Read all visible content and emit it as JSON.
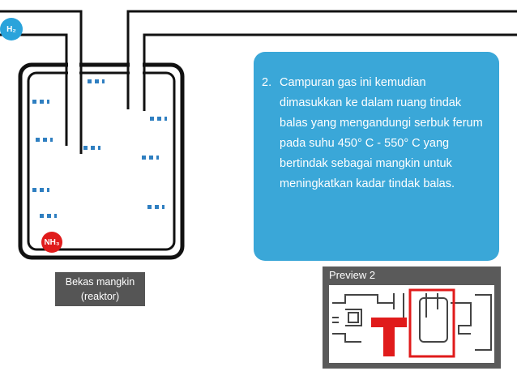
{
  "diagram": {
    "h2_label": "H₂",
    "nh3_label": "NH₃",
    "reactor_label_line1": "Bekas mangkin",
    "reactor_label_line2": "(reaktor)"
  },
  "info_card": {
    "number": "2.",
    "text": "Campuran gas ini kemudian dimasukkan ke dalam ruang tindak balas yang mengandungi serbuk ferum pada suhu 450° C - 550° C yang bertindak sebagai mangkin untuk meningkatkan kadar tindak balas."
  },
  "preview": {
    "title": "Preview 2"
  },
  "colors": {
    "card_blue": "#3aa7d8",
    "h2_blue": "#2aa3db",
    "nh3_red": "#e01b1b",
    "label_gray": "#555555",
    "outline": "#111111",
    "dash_blue": "#2f7fc1",
    "highlight_red": "#e01b1b"
  }
}
